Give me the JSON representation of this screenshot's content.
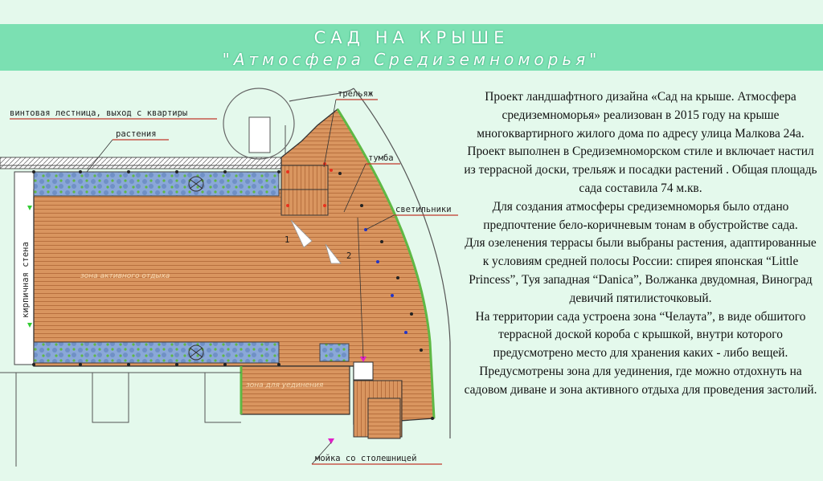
{
  "title": {
    "line1": "САД НА КРЫШЕ",
    "line2": "\"Атмосфера Средиземноморья\""
  },
  "plan": {
    "labels": {
      "stairs": "винтовая лестница, выход с квартиры",
      "trellis": "трельяж",
      "plants": "растения",
      "cabinet": "тумба",
      "lights": "светильники",
      "brick_wall": "кирпичная стена",
      "active_zone": "зона активного отдыха",
      "privacy_zone": "зона для уединения",
      "sink": "мойка со столешницей",
      "arrow1": "1",
      "arrow2": "2"
    },
    "colors": {
      "deck": "#d9955f",
      "deck_line": "#b8703e",
      "planter": "#8aa8d8",
      "green_edge": "#5fb844",
      "label_underline": "#c0392b"
    }
  },
  "description": {
    "p1": "Проект ландшафтного дизайна «Сад на крыше. Атмосфера средиземноморья»  реализован в 2015 году на крыше многоквартирного жилого дома по адресу улица Малкова 24а. Проект выполнен в Средиземноморском стиле и включает настил из террасной доски, трельяж и посадки растений . Общая площадь сада составила 74 м.кв.",
    "p2": "Для создания атмосферы средиземноморья было отдано предпочтение бело-коричневым тонам в обустройстве сада.",
    "p3": "Для озеленения террасы были выбраны растения, адаптированные к условиям средней полосы России: спирея японская “Little Princess”, Туя западная “Danica”, Волжанка двудомная, Виноград девичий пятилисточковый.",
    "p4": "На территории сада устроена зона “Челаута”, в виде обшитого террасной доской короба с крышкой, внутри которого предусмотрено место для хранения каких - либо вещей. Предусмотрены зона для уединения, где можно отдохнуть на садовом диване и зона активного отдыха для проведения застолий."
  }
}
